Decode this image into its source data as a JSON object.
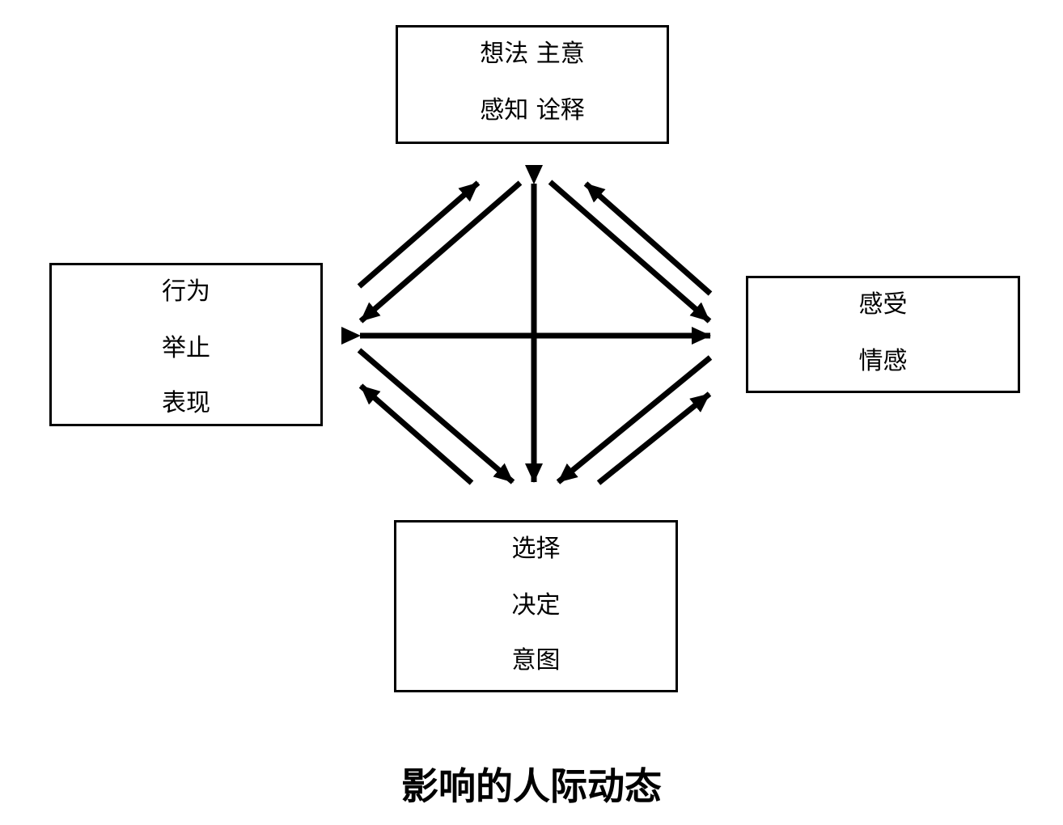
{
  "nodes": {
    "thoughts": {
      "lines": [
        "想法  主意",
        "感知  诠释"
      ]
    },
    "behavior": {
      "lines": [
        "行为",
        "举止",
        "表现"
      ]
    },
    "feelings": {
      "lines": [
        "感受",
        "情感"
      ]
    },
    "choices": {
      "lines": [
        "选择",
        "决定",
        "意图"
      ]
    }
  },
  "title": "影响的人际动态",
  "colors": {
    "stroke": "#000000",
    "background": "#ffffff"
  }
}
